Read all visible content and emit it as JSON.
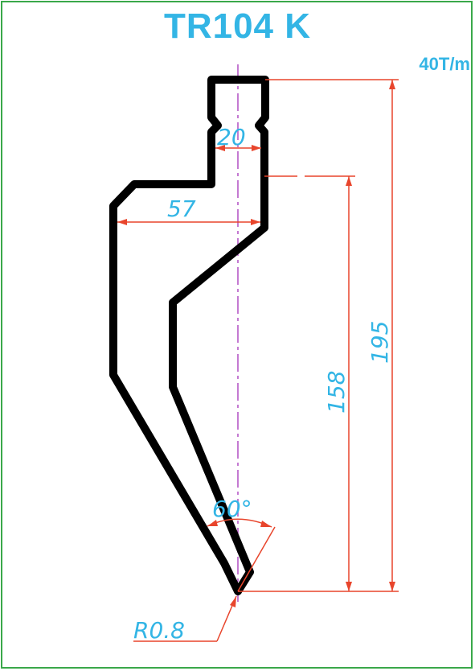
{
  "title": "TR104 K",
  "capacity": "40T/m",
  "dimensions": {
    "neck_width": "20",
    "body_width": "57",
    "height_total": "195",
    "height_lower": "158",
    "angle": "60°",
    "tip_radius": "R0.8"
  },
  "colors": {
    "frame": "#3aa84a",
    "title": "#33b5e5",
    "dimension_line": "#e8452c",
    "dimension_text": "#33b5e5",
    "centerline": "#b04fc4",
    "profile": "#000000"
  }
}
